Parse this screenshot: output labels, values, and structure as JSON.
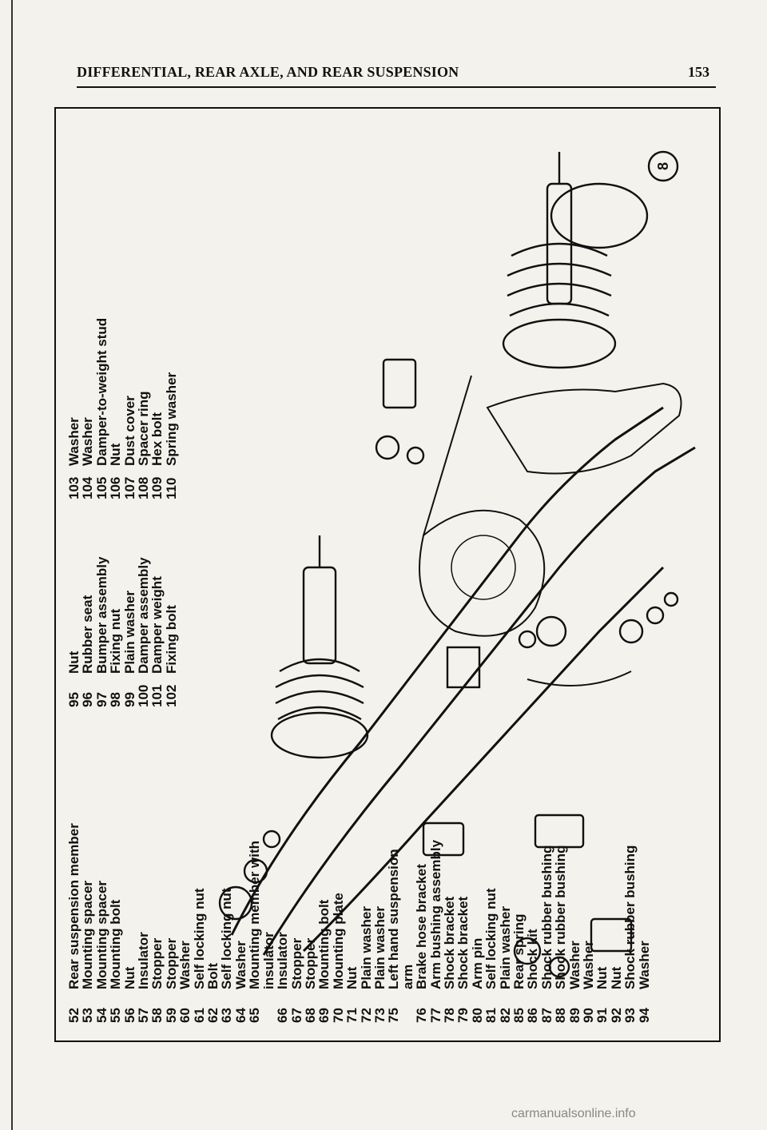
{
  "header": {
    "title": "DIFFERENTIAL, REAR AXLE, AND REAR SUSPENSION",
    "page_number": "153"
  },
  "figure_badge": "8",
  "legend": {
    "col1": [
      {
        "n": "52",
        "t": "Rear suspension member"
      },
      {
        "n": "53",
        "t": "Mounting spacer"
      },
      {
        "n": "54",
        "t": "Mounting spacer"
      },
      {
        "n": "55",
        "t": "Mounting bolt"
      },
      {
        "n": "56",
        "t": "Nut"
      },
      {
        "n": "57",
        "t": "Insulator"
      },
      {
        "n": "58",
        "t": "Stopper"
      },
      {
        "n": "59",
        "t": "Stopper"
      },
      {
        "n": "60",
        "t": "Washer"
      },
      {
        "n": "61",
        "t": "Self locking nut"
      },
      {
        "n": "62",
        "t": "Bolt"
      },
      {
        "n": "63",
        "t": "Self locking nut"
      },
      {
        "n": "64",
        "t": "Washer"
      },
      {
        "n": "65",
        "t": "Mounting member with"
      },
      {
        "n": "",
        "t": "insulator"
      },
      {
        "n": "66",
        "t": "Insulator"
      },
      {
        "n": "67",
        "t": "Stopper"
      },
      {
        "n": "68",
        "t": "Stopper"
      },
      {
        "n": "69",
        "t": "Mounting bolt"
      },
      {
        "n": "70",
        "t": "Mounting plate"
      },
      {
        "n": "71",
        "t": "Nut"
      },
      {
        "n": "72",
        "t": "Plain washer"
      },
      {
        "n": "73",
        "t": "Plain washer"
      },
      {
        "n": "75",
        "t": "Left hand suspension"
      },
      {
        "n": "",
        "t": "arm"
      },
      {
        "n": "76",
        "t": "Brake hose bracket"
      },
      {
        "n": "77",
        "t": "Arm bushing assembly"
      },
      {
        "n": "78",
        "t": "Shock bracket"
      },
      {
        "n": "79",
        "t": "Shock bracket"
      },
      {
        "n": "80",
        "t": "Arm pin"
      },
      {
        "n": "81",
        "t": "Self locking nut"
      },
      {
        "n": "82",
        "t": "Plain washer"
      },
      {
        "n": "85",
        "t": "Rear spring"
      },
      {
        "n": "86",
        "t": "Shock kit"
      },
      {
        "n": "87",
        "t": "Shock rubber bushing"
      },
      {
        "n": "88",
        "t": "Shock rubber bushing"
      },
      {
        "n": "89",
        "t": "Washer"
      },
      {
        "n": "90",
        "t": "Washer"
      },
      {
        "n": "91",
        "t": "Nut"
      },
      {
        "n": "92",
        "t": "Nut"
      },
      {
        "n": "93",
        "t": "Shock rubber bushing"
      },
      {
        "n": "94",
        "t": "Washer"
      }
    ],
    "col2": [
      {
        "n": "95",
        "t": "Nut"
      },
      {
        "n": "96",
        "t": "Rubber seat"
      },
      {
        "n": "97",
        "t": "Bumper assembly"
      },
      {
        "n": "98",
        "t": "Fixing nut"
      },
      {
        "n": "99",
        "t": "Plain washer"
      },
      {
        "n": "100",
        "t": "Damper assembly"
      },
      {
        "n": "101",
        "t": "Damper weight"
      },
      {
        "n": "102",
        "t": "Fixing bolt"
      }
    ],
    "col3": [
      {
        "n": "103",
        "t": "Washer"
      },
      {
        "n": "104",
        "t": "Washer"
      },
      {
        "n": "105",
        "t": "Damper-to-weight stud"
      },
      {
        "n": "106",
        "t": "Nut"
      },
      {
        "n": "107",
        "t": "Dust cover"
      },
      {
        "n": "108",
        "t": "Spacer ring"
      },
      {
        "n": "109",
        "t": "Hex bolt"
      },
      {
        "n": "110",
        "t": "Spring washer"
      }
    ]
  },
  "watermark": "carmanualsonline.info"
}
